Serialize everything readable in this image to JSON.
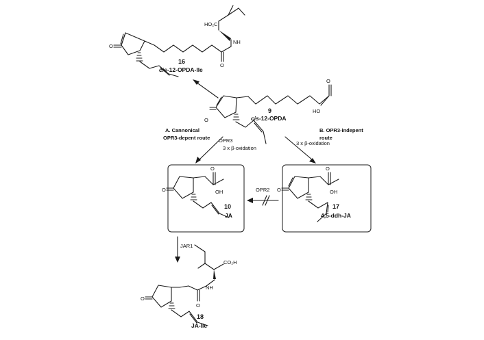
{
  "compounds": {
    "c16": {
      "number": "16",
      "name_prefix": "cis",
      "name_rest": "-12-OPDA-Ile",
      "acid": "HO₂C",
      "nh": "NH",
      "o_ketone": "O",
      "o_amide": "O"
    },
    "c9": {
      "number": "9",
      "name_prefix": "cis",
      "name_rest": "-12-OPDA",
      "o_ketone": "O",
      "o_acid": "O",
      "oh": "HO"
    },
    "c10": {
      "number": "10",
      "name": "JA",
      "o_ketone": "O",
      "o_acid": "O",
      "oh": "OH"
    },
    "c17": {
      "number": "17",
      "name": "4,5-ddh-JA",
      "o_ketone": "O",
      "o_acid": "O",
      "oh": "OH"
    },
    "c18": {
      "number": "18",
      "name": "JA-Ile",
      "acid": "CO₂H",
      "nh": "NH",
      "o_ketone": "O",
      "o_amide": "O"
    }
  },
  "routes": {
    "a_line1": "A. Cannonical",
    "a_line2": "OPR3-depent route",
    "b_line1": "B. OPR3-indepent",
    "b_line2": "route"
  },
  "enzymes": {
    "opr3": "OPR3",
    "beta_a": "3 x β-oxidation",
    "beta_b": "3 x β-oxidation",
    "opr2": "OPR2",
    "jar1": "JAR1"
  }
}
